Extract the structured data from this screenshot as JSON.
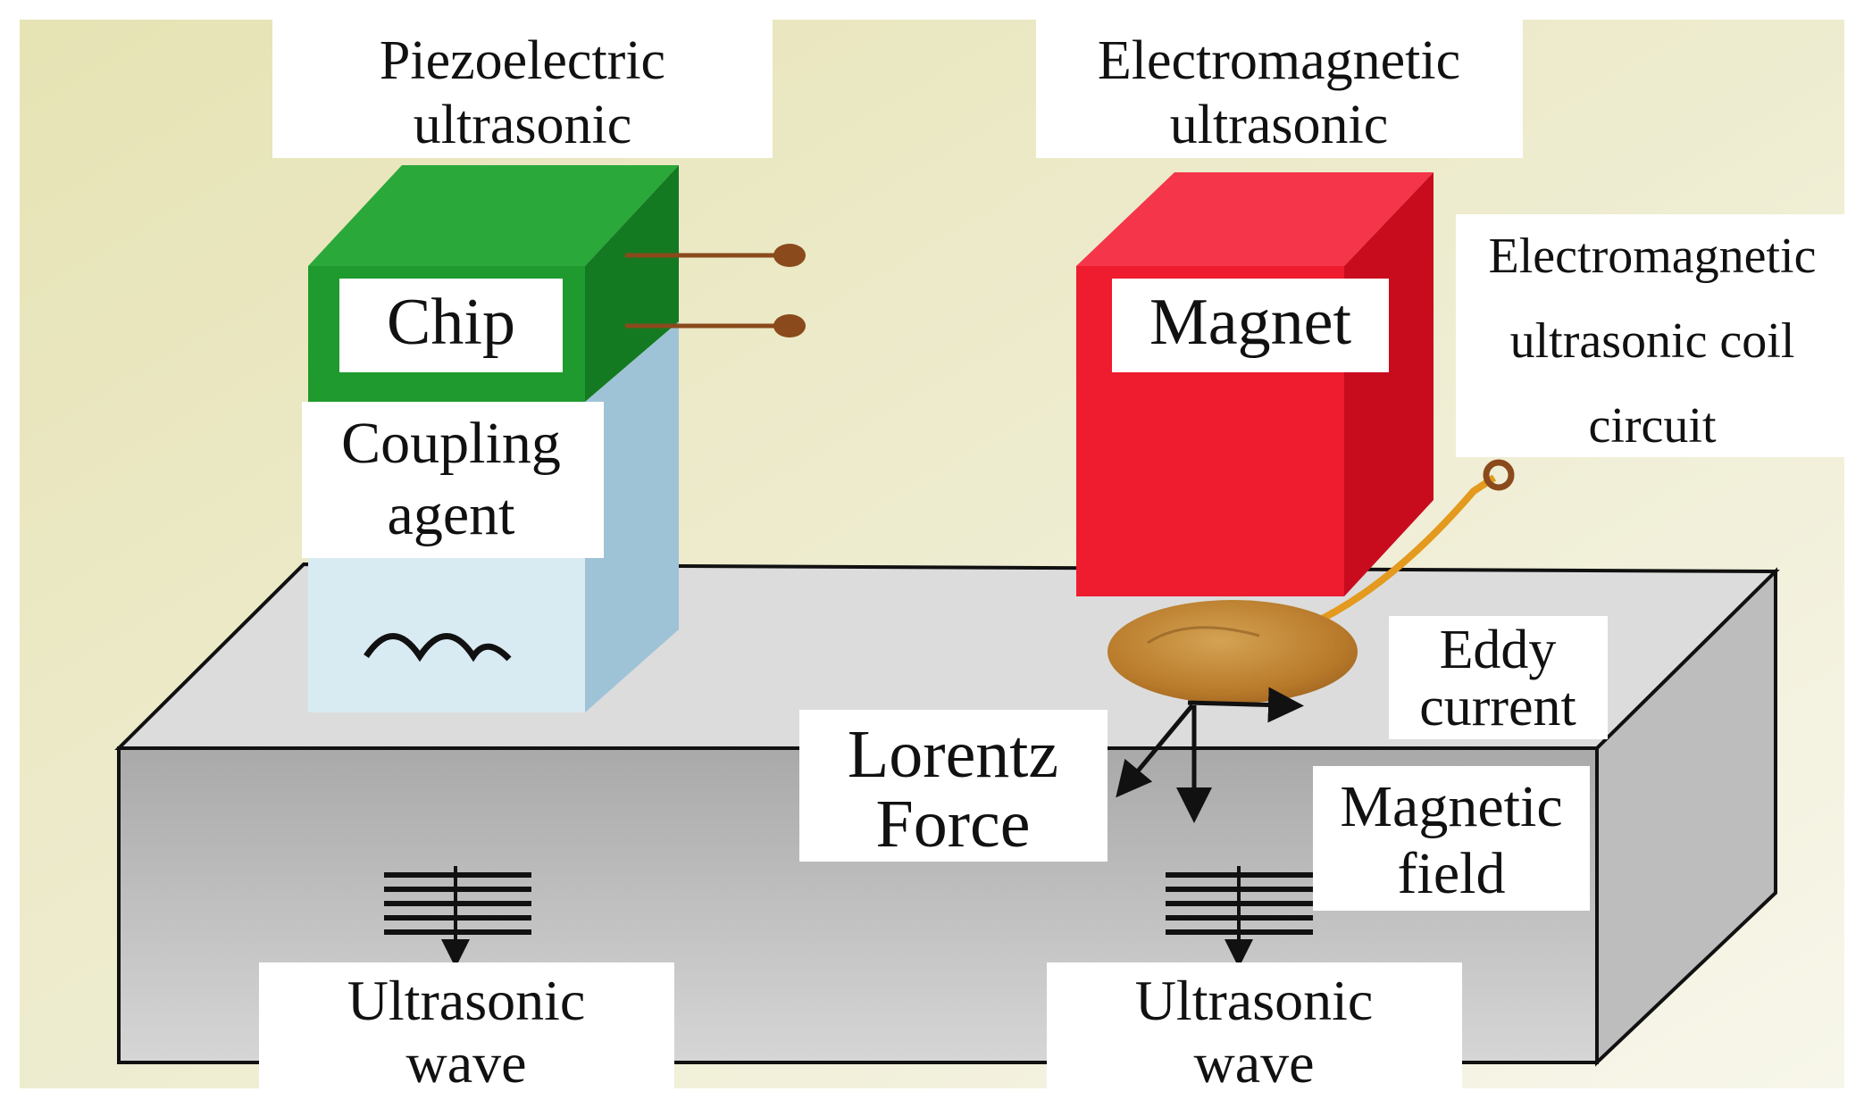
{
  "labels": {
    "piezo_title": [
      "Piezoelectric",
      "ultrasonic"
    ],
    "em_title": [
      "Electromagnetic",
      "ultrasonic"
    ],
    "chip": "Chip",
    "coupling_agent": [
      "Coupling",
      "agent"
    ],
    "magnet": "Magnet",
    "coil_circuit": [
      "Electromagnetic",
      "ultrasonic coil",
      "circuit"
    ],
    "eddy_current": [
      "Eddy",
      "current"
    ],
    "lorentz_force": [
      "Lorentz",
      "Force"
    ],
    "magnetic_field": [
      "Magnetic",
      "field"
    ],
    "wave_left": [
      "Ultrasonic",
      "wave"
    ],
    "wave_right": [
      "Ultrasonic",
      "wave"
    ]
  },
  "colors": {
    "chip_green": "#1f9a2e",
    "magnet_red": "#ee1c2e",
    "coupling_blue": "#9fc3d6",
    "coil_orange": "#e39a1e",
    "lead_brown": "#8a4a1c",
    "slab_gray": "#c9c9c9"
  }
}
